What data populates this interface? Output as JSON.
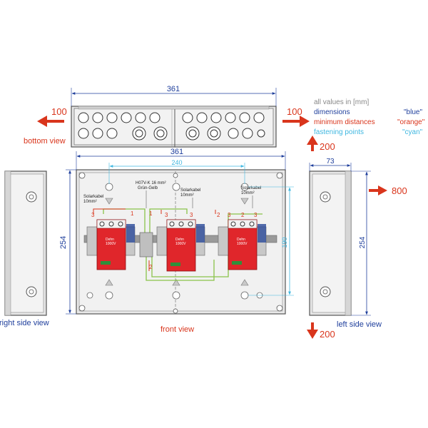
{
  "dims": {
    "top_width": "361",
    "front_width": "361",
    "front_height": "254",
    "cyan_width": "240",
    "cyan_height": "190",
    "side_width": "73",
    "side_height": "254"
  },
  "distances": {
    "left": "100",
    "right": "100",
    "up": "200",
    "down": "200",
    "side_right": "800"
  },
  "view_labels": {
    "bottom": "bottom view",
    "right_side": "right side view",
    "front": "front view",
    "left_side": "left side view"
  },
  "legend": {
    "header": "all values in [mm]",
    "dimensions": "dimensions",
    "dimensions_color_name": "\"blue\"",
    "minimum": "minimum distances",
    "minimum_color_name": "\"orange\"",
    "fastening": "fastening points",
    "fastening_color_name": "\"cyan\""
  },
  "annotations": {
    "solar_left_1": "Solarkabel",
    "solar_left_2": "10mm²",
    "h07v_1": "H07V-K 16 mm²",
    "h07v_2": "Grün-Gelb",
    "solar_mid_1": "Solarkabel",
    "solar_mid_2": "10mm²",
    "solar_right_1": "Solarkabel",
    "solar_right_2": "10mm²",
    "brand": "Dehn",
    "voltage": "1000V"
  },
  "terminals": [
    "3",
    "1",
    "3",
    "1",
    "3",
    "2",
    "3",
    "2",
    "3",
    "2"
  ],
  "colors": {
    "dimension": "#1f3f9c",
    "minimum": "#d9351c",
    "fastening": "#3fb7e0",
    "spd_red": "#e0262b",
    "rail": "#777777",
    "wire_green": "#8ac34a",
    "legend_header": "#888888"
  }
}
